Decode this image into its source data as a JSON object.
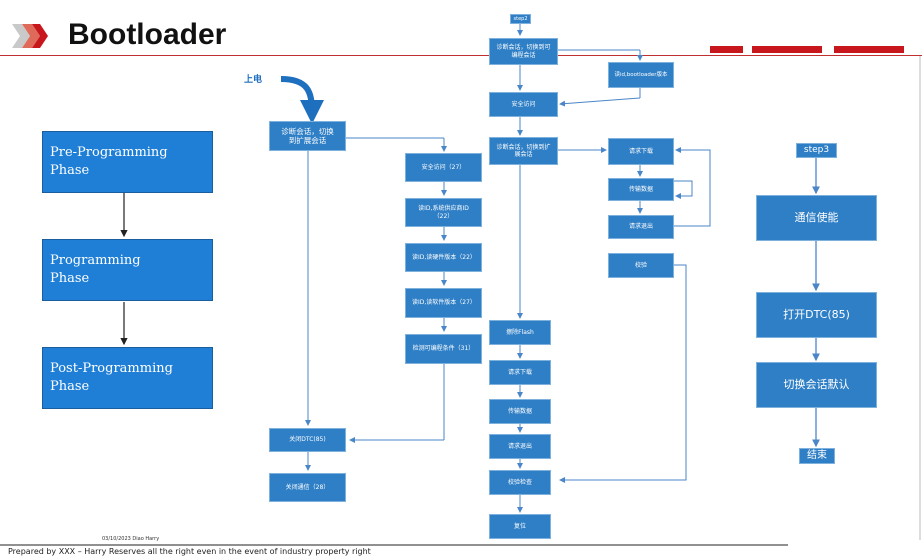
{
  "header": {
    "title": "Bootloader"
  },
  "phases": [
    "Pre-Programming\nPhase",
    "Programming\nPhase",
    "Post-Programming\nPhase"
  ],
  "labels": {
    "power_on": "上电",
    "step2": "step2",
    "step3": "step3"
  },
  "column1": {
    "diag_session": "诊断会话，切换到扩展会话",
    "close_dtc": "关闭DTC(85)",
    "close_comm": "关闭通信（28）"
  },
  "column2": [
    "安全访问（27）",
    "读ID,系统供应商ID（22）",
    "读ID,读硬件版本（22）",
    "读ID,读软件版本（27）",
    "检测可编程条件（31）"
  ],
  "column3": {
    "program_session": "诊断会话，切换到可编程会话",
    "security": "安全访问",
    "ext_session": "诊断会话，切换到扩展会话",
    "erase": "擦除Flash",
    "request_download": "请求下载",
    "transfer": "传输数据",
    "request_exit": "请求退出",
    "verify_check": "校验检查",
    "reset": "复位"
  },
  "column4": {
    "read_version": "读id,bootloader版本",
    "request_download": "请求下载",
    "transfer": "传输数据",
    "request_exit": "请求退出",
    "verify": "校验"
  },
  "column5": {
    "comm_enable": "通信使能",
    "open_dtc": "打开DTC(85)",
    "switch_default": "切换会话默认",
    "end": "结束"
  },
  "footer": {
    "date_author": "03/10/2023 Diao Harry",
    "copyright": "Prepared by XXX – Harry Reserves all the right even in the event of industry property right"
  },
  "colors": {
    "box_blue": "#2f7fc6",
    "phase_blue": "#1f7fd6",
    "accent_red": "#c8161d",
    "line_blue": "#4a86c8"
  }
}
